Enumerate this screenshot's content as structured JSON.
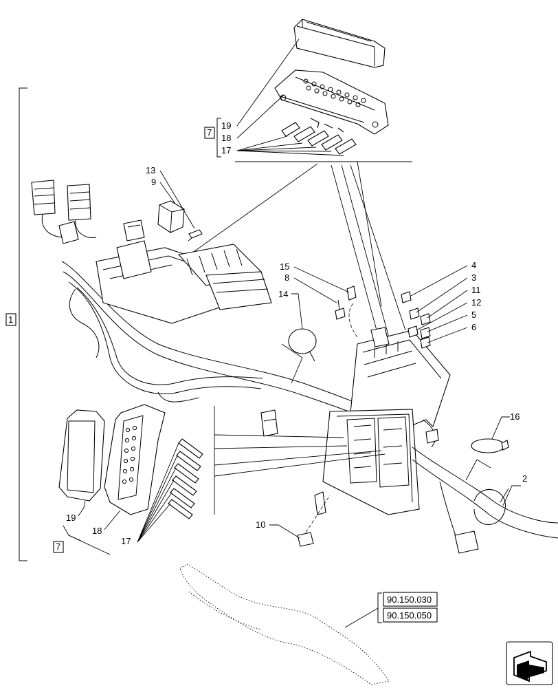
{
  "callouts": [
    {
      "id": "c19a",
      "label": "19"
    },
    {
      "id": "c18a",
      "label": "18"
    },
    {
      "id": "c17a",
      "label": "17"
    },
    {
      "id": "c13",
      "label": "13"
    },
    {
      "id": "c9",
      "label": "9"
    },
    {
      "id": "c15",
      "label": "15"
    },
    {
      "id": "c8",
      "label": "8"
    },
    {
      "id": "c14",
      "label": "14"
    },
    {
      "id": "c4",
      "label": "4"
    },
    {
      "id": "c3",
      "label": "3"
    },
    {
      "id": "c11",
      "label": "11"
    },
    {
      "id": "c12",
      "label": "12"
    },
    {
      "id": "c5",
      "label": "5"
    },
    {
      "id": "c6",
      "label": "6"
    },
    {
      "id": "c16",
      "label": "16"
    },
    {
      "id": "c2",
      "label": "2"
    },
    {
      "id": "c10",
      "label": "10"
    },
    {
      "id": "c19b",
      "label": "19"
    },
    {
      "id": "c18b",
      "label": "18"
    },
    {
      "id": "c17b",
      "label": "17"
    }
  ],
  "boxed_labels": {
    "assembly": "1",
    "subassembly_top": "7",
    "subassembly_bottom": "7"
  },
  "references": [
    "90.150.030",
    "90.150.050"
  ],
  "nav_icon": "next-page-arrow-icon"
}
